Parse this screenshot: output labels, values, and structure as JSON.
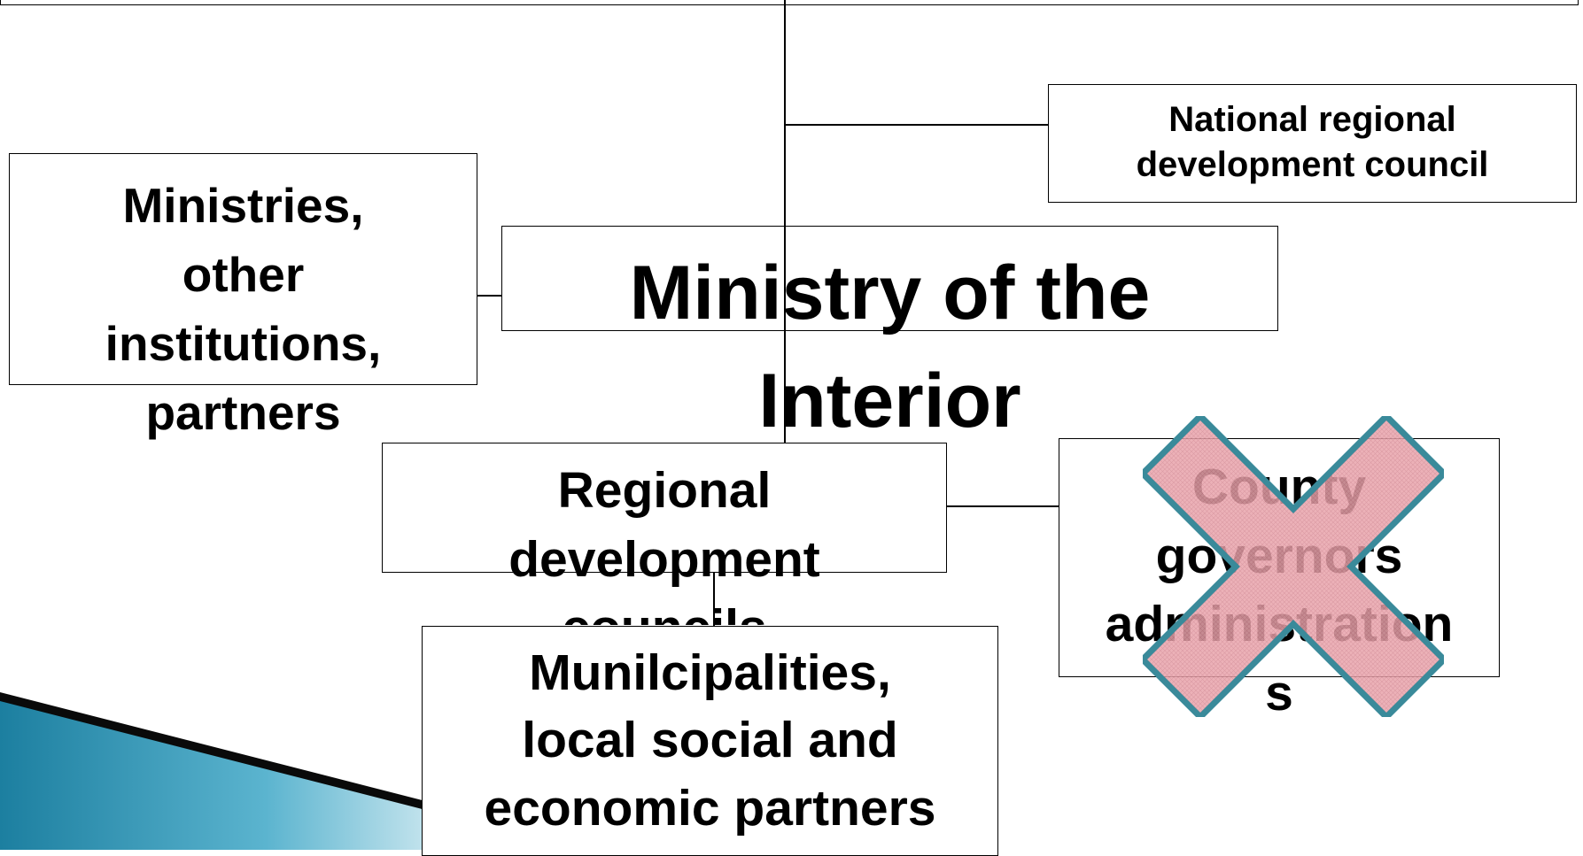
{
  "diagram": {
    "national_council": "National regional\ndevelopment council",
    "ministries": "Ministries,\nother\ninstitutions,\npartners",
    "ministry_interior": "Ministry of the\nInterior",
    "regional_councils": "Regional\ndevelopment\ncouncils",
    "county_governors": "County\ngovernors\nadministration\ns",
    "municipalities": "Munilcipalities,\nlocal  social and\neconomic partners"
  },
  "colors": {
    "cross_fill": "#e8a0a8",
    "cross_stroke": "#3a8a9a",
    "arrow_accent": "#2a8fb0"
  }
}
